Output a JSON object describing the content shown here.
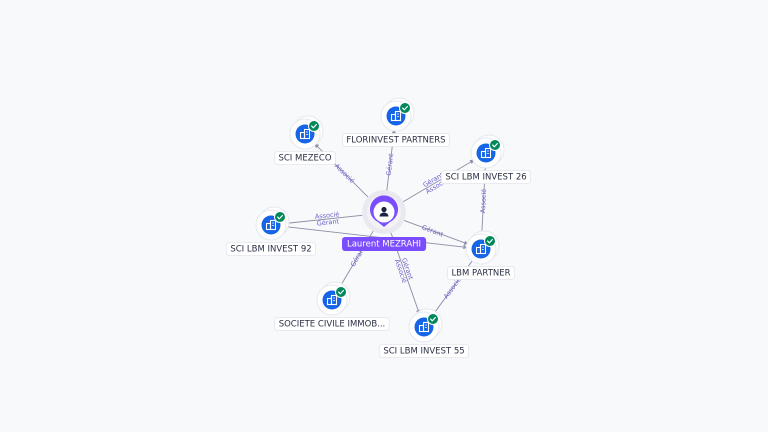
{
  "colors": {
    "company": "#1565e6",
    "badge": "#00875a",
    "person": "#7c4dff",
    "edge": "#8a8fa6",
    "edge_label": "#6c63c9",
    "background": "#f8f9fb"
  },
  "center": {
    "label": "Laurent MEZRAHI",
    "icon": "person-icon"
  },
  "companies": [
    {
      "key": "sci-mezeco",
      "label": "SCI MEZECO",
      "icon": "building-icon",
      "verified": true
    },
    {
      "key": "florinvest-partners",
      "label": "FLORINVEST PARTNERS",
      "icon": "building-icon",
      "verified": true
    },
    {
      "key": "sci-lbm-invest-26",
      "label": "SCI LBM INVEST 26",
      "icon": "building-icon",
      "verified": true
    },
    {
      "key": "sci-lbm-invest-92",
      "label": "SCI LBM INVEST 92",
      "icon": "building-icon",
      "verified": true
    },
    {
      "key": "lbm-partner",
      "label": "LBM PARTNER",
      "icon": "building-icon",
      "verified": true
    },
    {
      "key": "societe-civile-immob",
      "label": "SOCIETE CIVILE IMMOB...",
      "icon": "building-icon",
      "verified": true
    },
    {
      "key": "sci-lbm-invest-55",
      "label": "SCI LBM INVEST 55",
      "icon": "building-icon",
      "verified": true
    }
  ],
  "edges": [
    {
      "from": "center",
      "to": "sci-mezeco",
      "labels": [
        "Associé"
      ]
    },
    {
      "from": "center",
      "to": "florinvest-partners",
      "labels": [
        "Gérant"
      ]
    },
    {
      "from": "center",
      "to": "sci-lbm-invest-26",
      "labels": [
        "Gérant",
        "Associé"
      ]
    },
    {
      "from": "center",
      "to": "sci-lbm-invest-92",
      "labels": [
        "Gérant",
        "Associé"
      ]
    },
    {
      "from": "center",
      "to": "lbm-partner",
      "labels": [
        "Gérant"
      ]
    },
    {
      "from": "center",
      "to": "societe-civile-immob",
      "labels": [
        "Gérant"
      ]
    },
    {
      "from": "center",
      "to": "sci-lbm-invest-55",
      "labels": [
        "Gérant",
        "Associé"
      ]
    },
    {
      "from": "sci-lbm-invest-26",
      "to": "lbm-partner",
      "labels": [
        "Associé"
      ]
    },
    {
      "from": "lbm-partner",
      "to": "sci-lbm-invest-55",
      "labels": [
        "Associé"
      ]
    },
    {
      "from": "sci-lbm-invest-92",
      "to": "lbm-partner",
      "labels": []
    }
  ]
}
